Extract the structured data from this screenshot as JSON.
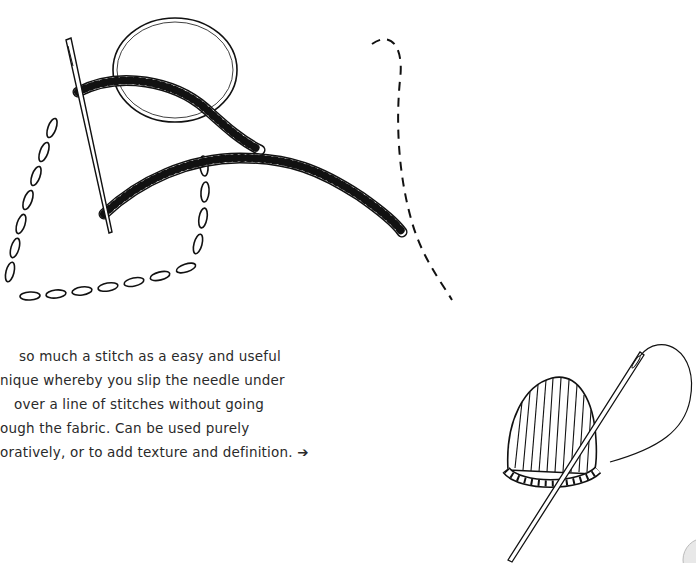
{
  "diagram": {
    "labels": [
      "so much a stitch as a easy and useful",
      "nique whereby you slip the needle under",
      "over a line of stitches without going",
      "ough the fabric. Can be used purely",
      "oratively, or to add texture and definition. ➔"
    ]
  }
}
